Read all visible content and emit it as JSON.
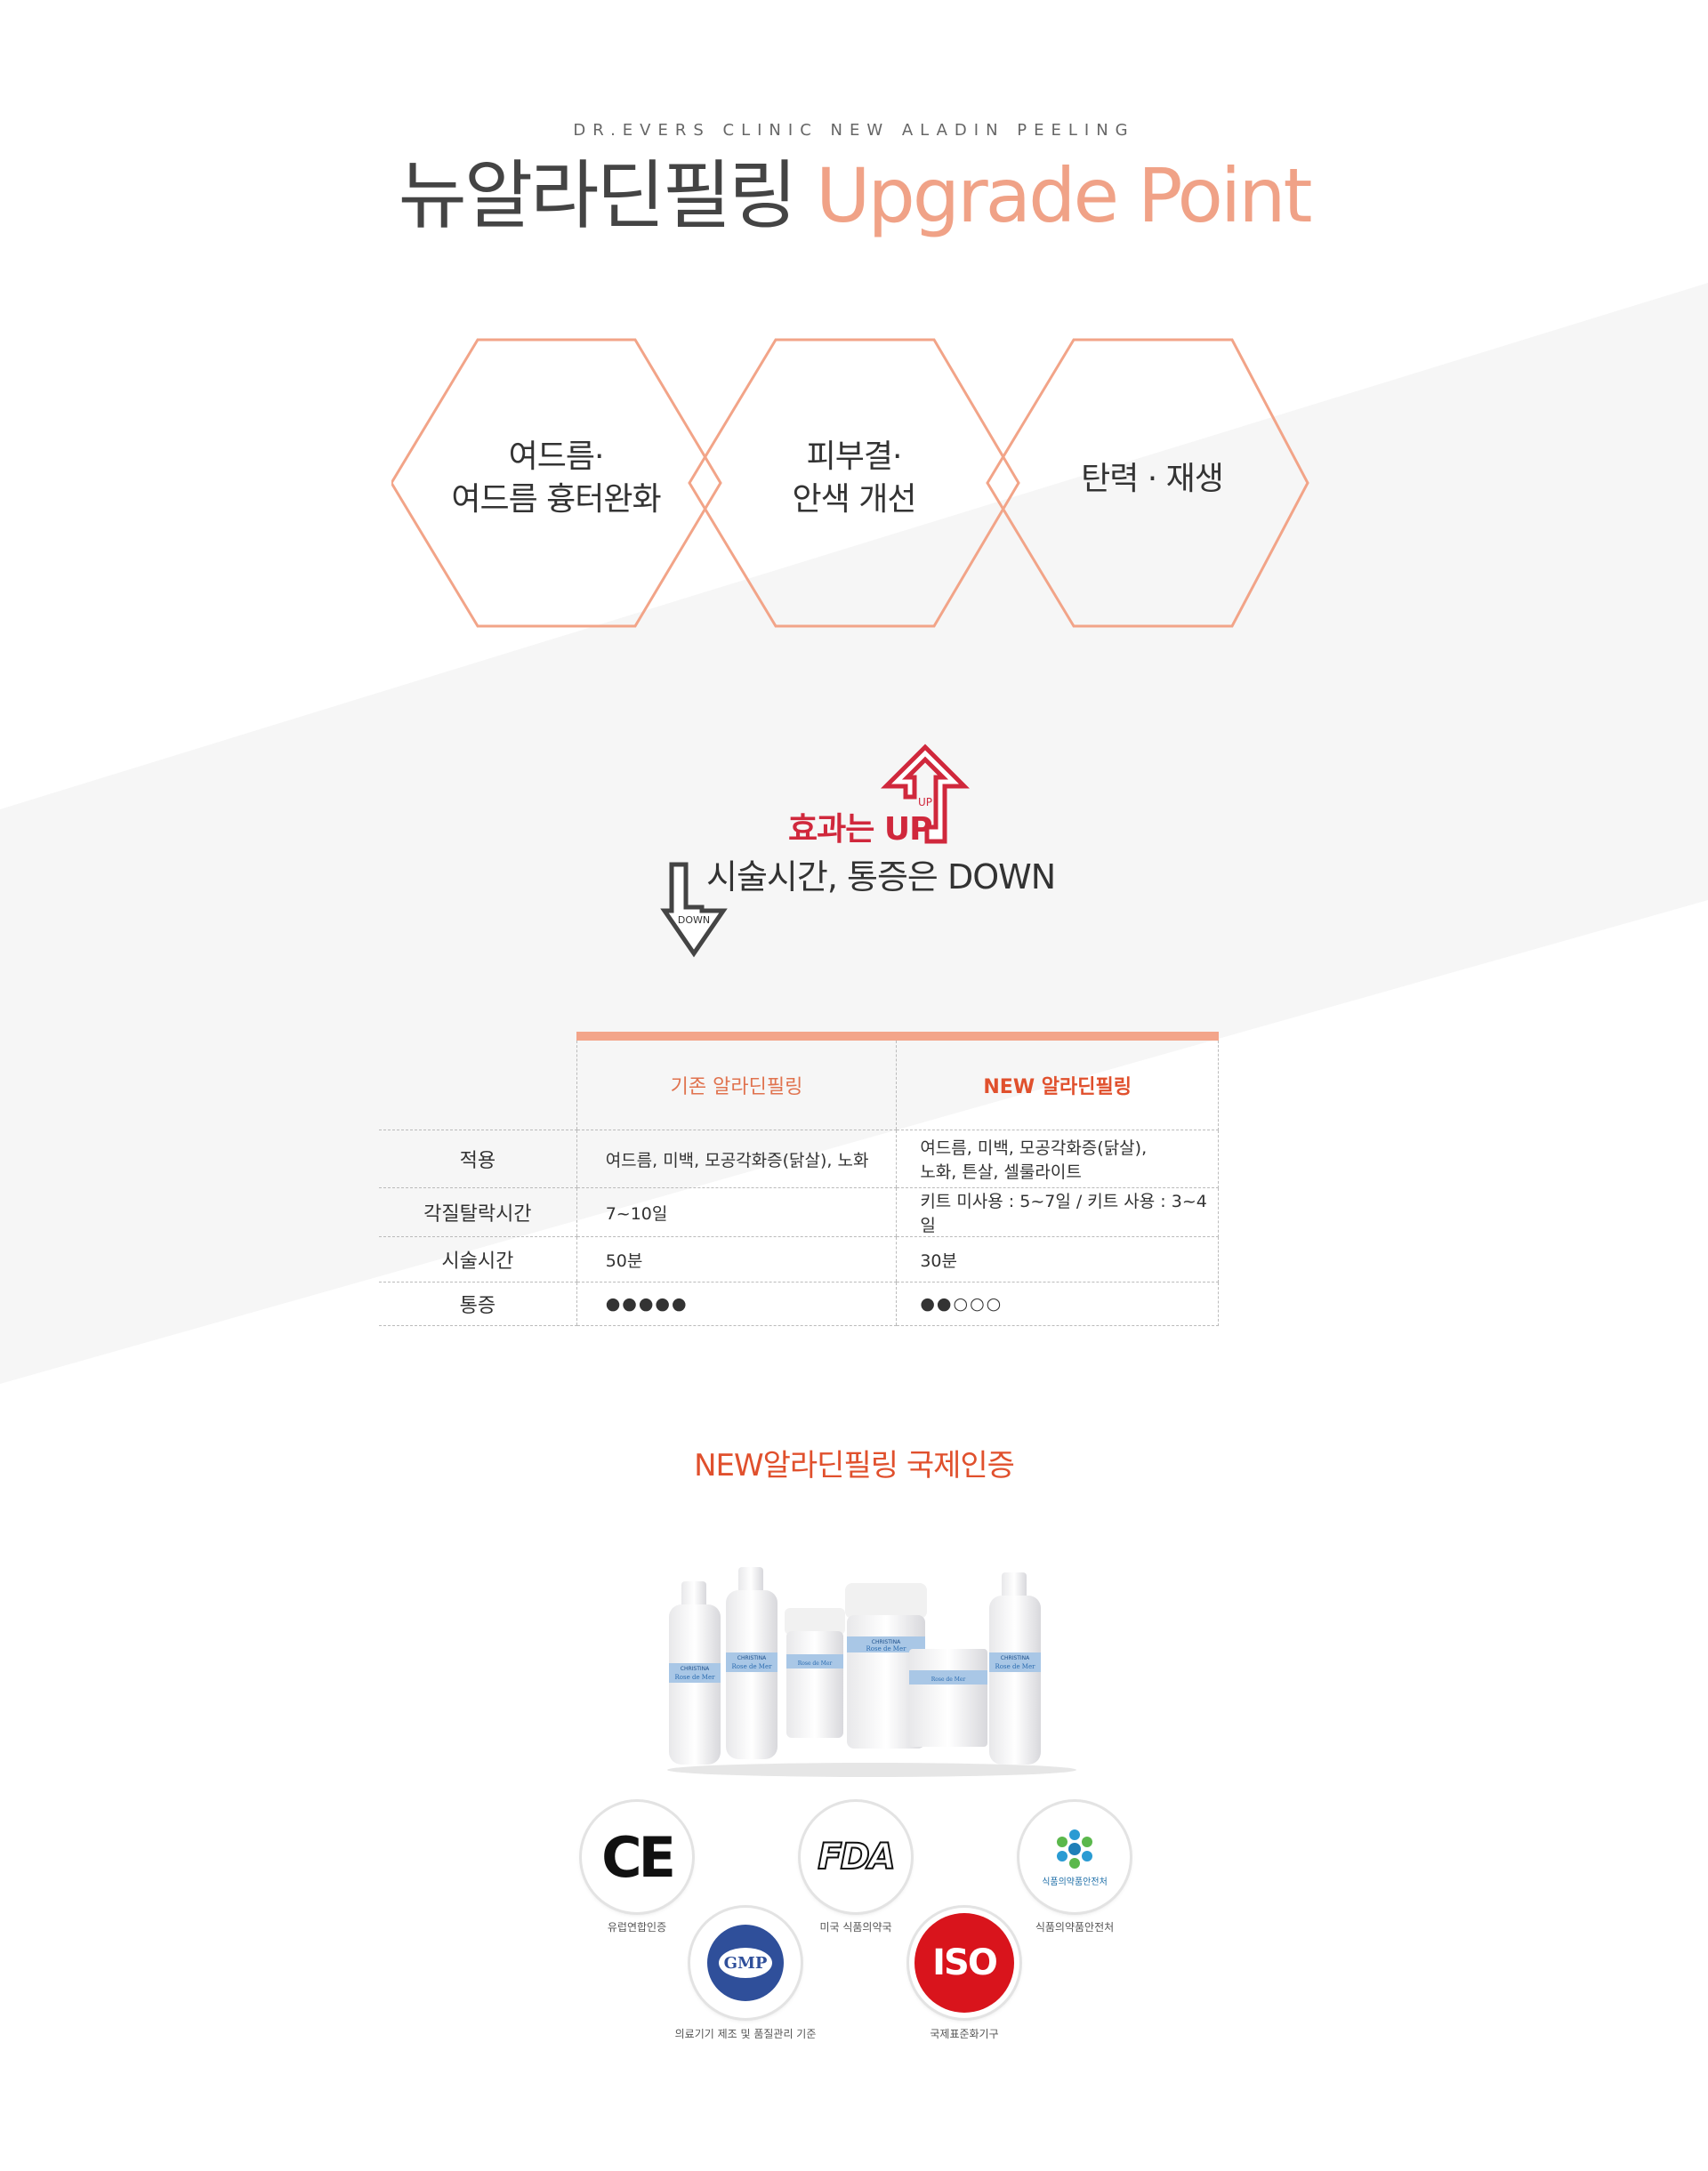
{
  "header": {
    "subtitle": "DR.EVERS CLINIC NEW ALADIN PEELING",
    "title_main": "뉴알라딘필링",
    "title_accent": "Upgrade Point"
  },
  "hexagons": [
    {
      "line1": "여드름·",
      "line2": "여드름 흉터완화"
    },
    {
      "line1": "피부결·",
      "line2": "안색 개선"
    },
    {
      "line1": "탄력 · 재생",
      "line2": ""
    }
  ],
  "effects": {
    "up_arrow_label": "UP",
    "down_arrow_label": "DOWN",
    "effect_text": "효과는 UP",
    "time_text": "시술시간, 통증은 DOWN"
  },
  "table": {
    "col_old": "기존 알라딘필링",
    "col_new": "NEW 알라딘필링",
    "rows": [
      {
        "label": "적용",
        "old": "여드름, 미백, 모공각화증(닭살), 노화",
        "new_line1": "여드름, 미백, 모공각화증(닭살),",
        "new_line2": "노화, 튼살, 셀룰라이트"
      },
      {
        "label": "각질탈락시간",
        "old": "7~10일",
        "new_line1": "키트 미사용 : 5~7일 / 키트 사용 : 3~4일",
        "new_line2": ""
      },
      {
        "label": "시술시간",
        "old": "50분",
        "new_line1": "30분",
        "new_line2": ""
      },
      {
        "label": "통증",
        "old": "●●●●●",
        "new_line1": "●●○○○",
        "new_line2": ""
      }
    ]
  },
  "certification": {
    "title_accent": "NEW",
    "title_rest": "알라딘필링 국제인증",
    "product_brand": "CHRISTINA",
    "product_line": "Rose de Mer",
    "badges": [
      {
        "mark": "CE",
        "caption": "유럽연합인증"
      },
      {
        "mark": "FDA",
        "caption": "미국 식품의약국"
      },
      {
        "mark": "식품의약품안전처",
        "caption": "식품의약품안전처"
      },
      {
        "mark": "GMP",
        "caption": "의료기기 제조 및 품질관리 기준"
      },
      {
        "mark": "ISO",
        "caption": "국제표준화기구"
      }
    ]
  },
  "colors": {
    "accent_orange": "#f0a287",
    "hex_stroke": "#f2a488",
    "up_red": "#d0283c",
    "table_bar": "#f3a58a",
    "new_orange": "#e0502d"
  }
}
